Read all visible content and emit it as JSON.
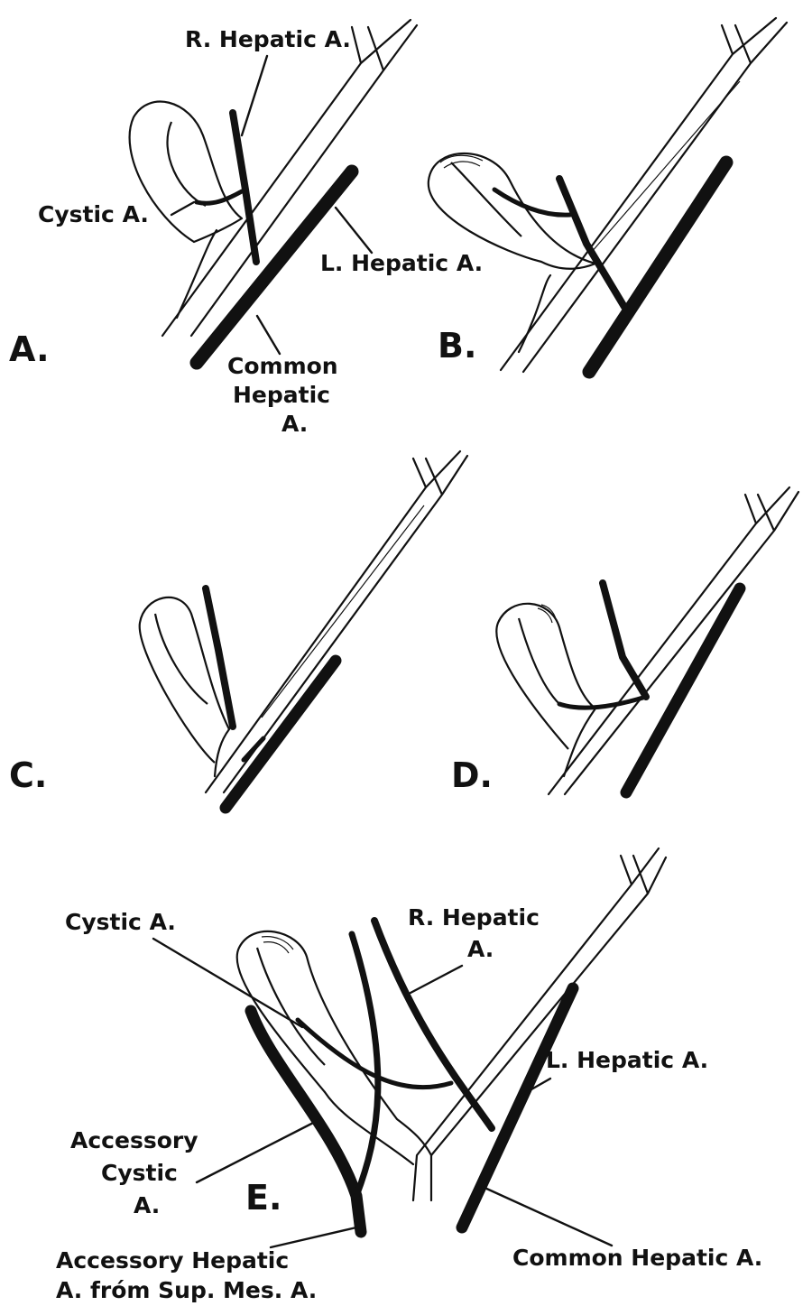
{
  "panels": {
    "a": {
      "letter": "A.",
      "r_hepatic": "R. Hepatic A.",
      "cystic": "Cystic A.",
      "l_hepatic": "L. Hepatic A.",
      "common_hepatic": [
        "Common",
        "Hepatic",
        "A."
      ]
    },
    "b": {
      "letter": "B."
    },
    "c": {
      "letter": "C."
    },
    "d": {
      "letter": "D."
    },
    "e": {
      "letter": "E.",
      "cystic": "Cystic A.",
      "r_hepatic": [
        "R. Hepatic",
        "A."
      ],
      "l_hepatic": "L. Hepatic  A.",
      "accessory_cystic": [
        "Accessory",
        "Cystic",
        "A."
      ],
      "accessory_hepatic": [
        "Accessory Hepatic",
        "A. fróm Sup. Mes. A."
      ],
      "common_hepatic": "Common  Hepatic A."
    }
  },
  "colors": {
    "ink": "#111111",
    "background": "#ffffff"
  }
}
